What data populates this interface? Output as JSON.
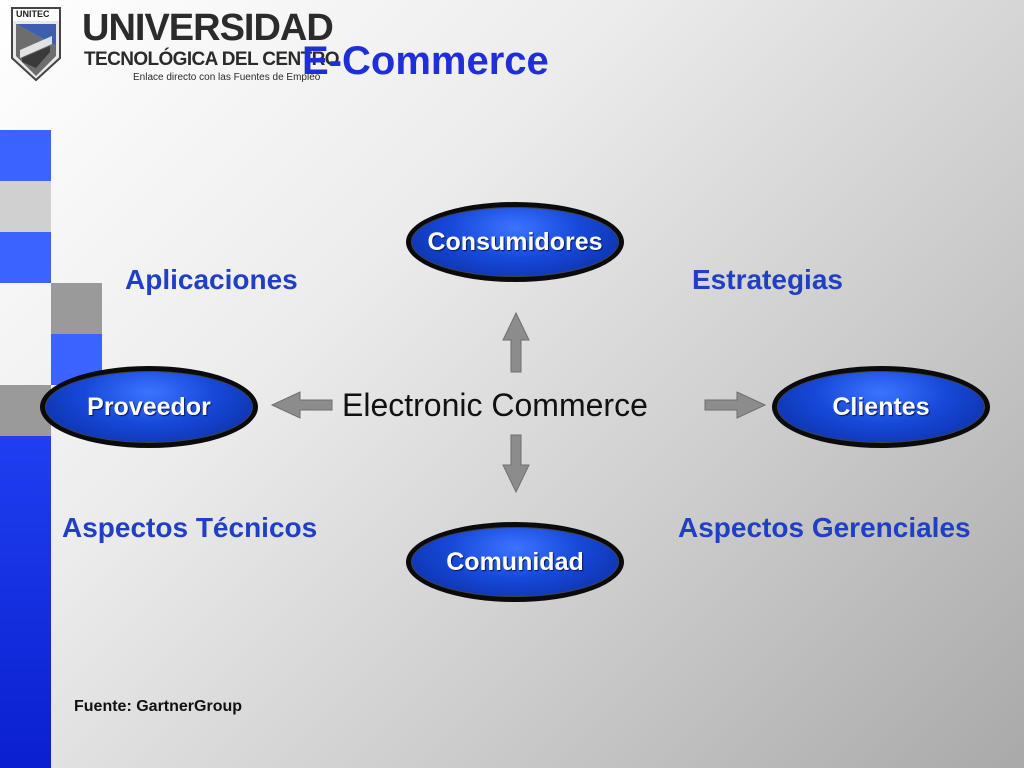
{
  "logo": {
    "badge_text": "UNITEC",
    "line1": "UNIVERSIDAD",
    "line2": "TECNOLÓGICA DEL CENTRO",
    "line3": "Enlace directo con las Fuentes de Empleo"
  },
  "title": "E-Commerce",
  "diagram": {
    "center": "Electronic Commerce",
    "nodes": {
      "top": "Consumidores",
      "left": "Proveedor",
      "right": "Clientes",
      "bottom": "Comunidad"
    },
    "quadrants": {
      "top_left": "Aplicaciones",
      "top_right": "Estrategias",
      "bottom_left": "Aspectos Técnicos",
      "bottom_right": "Aspectos Gerenciales"
    }
  },
  "source": "Fuente:  GartnerGroup",
  "colors": {
    "title": "#1f2fd8",
    "label": "#1f3fc4",
    "oval_fill": "#1648d8",
    "arrow": "#8c8c8c"
  }
}
